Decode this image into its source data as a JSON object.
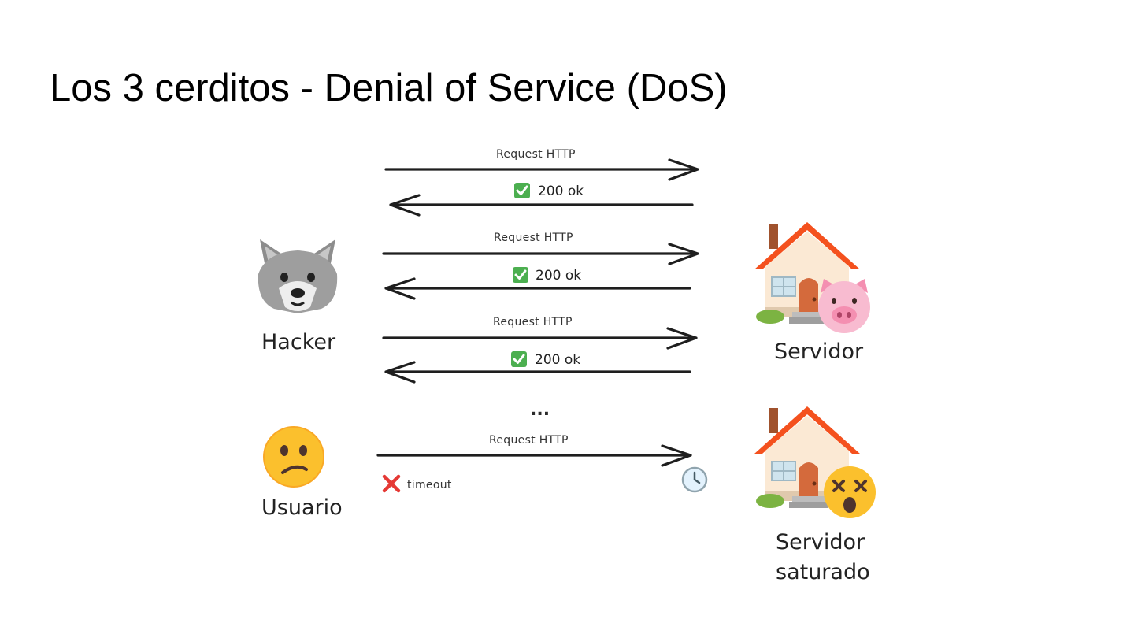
{
  "title": "Los 3 cerditos - Denial of Service (DoS)",
  "actors": {
    "hacker": {
      "label": "Hacker",
      "icon": "wolf-icon"
    },
    "user": {
      "label": "Usuario",
      "icon": "confused-face-icon"
    },
    "server": {
      "label": "Servidor",
      "icon": "house-with-pig-icon"
    },
    "server_saturated": {
      "label_line1": "Servidor",
      "label_line2": "saturado",
      "icon": "house-with-dizzy-face-icon"
    }
  },
  "exchanges": [
    {
      "request": "Request HTTP",
      "response": "200 ok"
    },
    {
      "request": "Request HTTP",
      "response": "200 ok"
    },
    {
      "request": "Request HTTP",
      "response": "200 ok"
    }
  ],
  "ellipsis": "...",
  "user_request": {
    "request": "Request HTTP",
    "error": "timeout",
    "error_icon": "red-x-icon",
    "clock_icon": "clock-icon"
  },
  "colors": {
    "ok_check": "#4caf50",
    "error_x": "#e53935",
    "roof": "#f4511e",
    "line": "#1e1e1e"
  }
}
